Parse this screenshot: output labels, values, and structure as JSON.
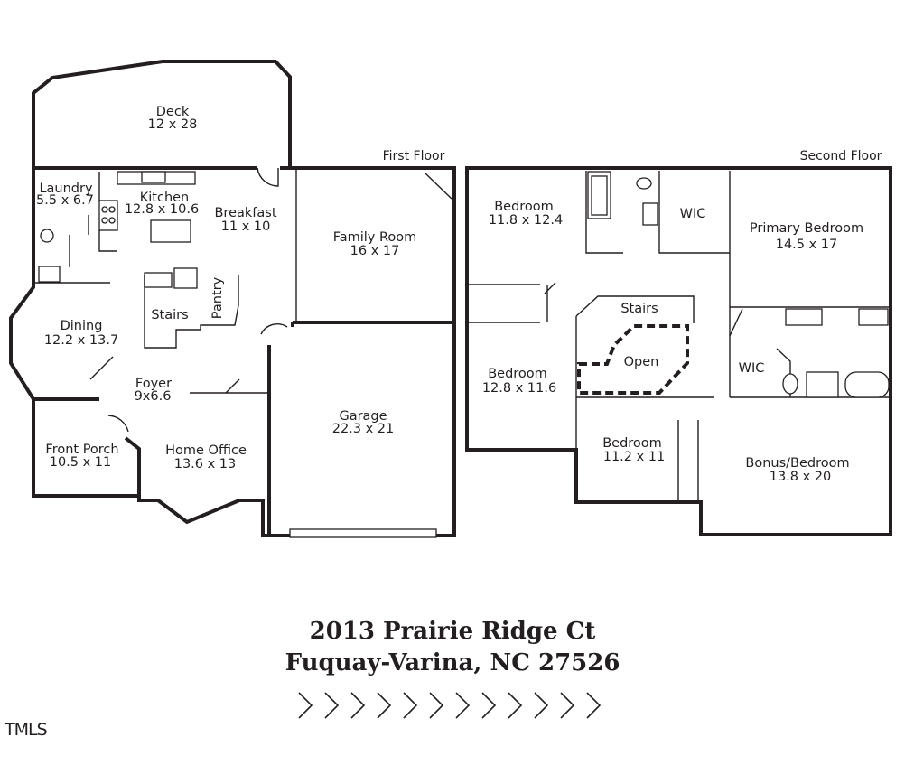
{
  "floors": {
    "first": "First Floor",
    "second": "Second Floor"
  },
  "rooms": {
    "deck": {
      "name": "Deck",
      "dims": "12 x 28"
    },
    "laundry": {
      "name": "Laundry",
      "dims": "5.5 x 6.7"
    },
    "kitchen": {
      "name": "Kitchen",
      "dims": "12.8 x 10.6"
    },
    "breakfast": {
      "name": "Breakfast",
      "dims": "11 x 10"
    },
    "family_room": {
      "name": "Family Room",
      "dims": "16 x 17"
    },
    "stairs_first": {
      "name": "Stairs"
    },
    "pantry": {
      "name": "Pantry"
    },
    "dining": {
      "name": "Dining",
      "dims": "12.2 x 13.7"
    },
    "foyer": {
      "name": "Foyer",
      "dims": "9x6.6"
    },
    "garage": {
      "name": "Garage",
      "dims": "22.3 x 21"
    },
    "front_porch": {
      "name": "Front Porch",
      "dims": "10.5 x 11"
    },
    "home_office": {
      "name": "Home Office",
      "dims": "13.6 x 13"
    },
    "bedroom_a": {
      "name": "Bedroom",
      "dims": "11.8 x 12.4"
    },
    "wic_a": {
      "name": "WIC"
    },
    "primary_bedroom": {
      "name": "Primary Bedroom",
      "dims": "14.5 x 17"
    },
    "stairs_second": {
      "name": "Stairs"
    },
    "open": {
      "name": "Open"
    },
    "bedroom_b": {
      "name": "Bedroom",
      "dims": "12.8 x 11.6"
    },
    "wic_b": {
      "name": "WIC"
    },
    "bedroom_c": {
      "name": "Bedroom",
      "dims": "11.2 x 11"
    },
    "bonus_bedroom": {
      "name": "Bonus/Bedroom",
      "dims": "13.8 x 20"
    }
  },
  "address": {
    "line1": "2013 Prairie Ridge Ct",
    "line2": "Fuquay-Varina, NC 27526"
  },
  "logo": {
    "text": "TMLS"
  }
}
